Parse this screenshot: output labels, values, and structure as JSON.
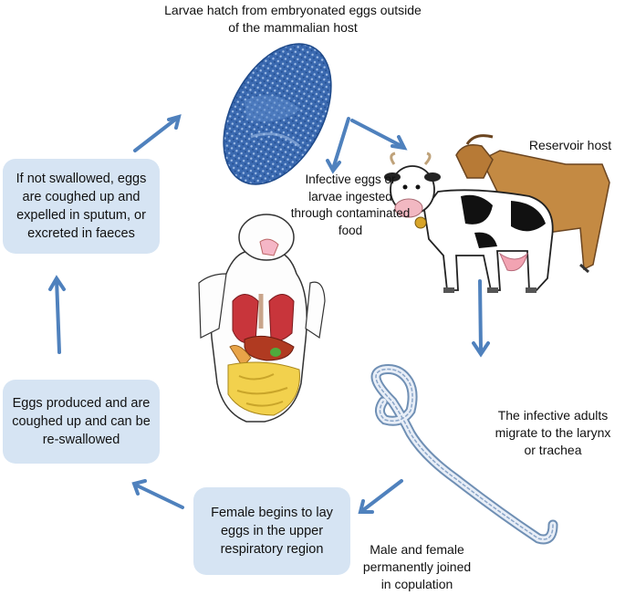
{
  "labels": {
    "top": "Larvae hatch from embryonated eggs outside of the mammalian host",
    "infective": "Infective eggs or larvae ingested through contaminated food",
    "reservoir": "Reservoir host",
    "adults": "The infective adults migrate to the larynx  or trachea",
    "male_female": "Male and female permanently joined in copulation"
  },
  "boxes": {
    "not_swallowed": "If not swallowed, eggs are coughed up and expelled in sputum, or excreted in faeces",
    "eggs_produced": "Eggs produced and are coughed up and can be re-swallowed",
    "female": "Female begins to lay eggs in the upper respiratory region"
  },
  "colors": {
    "arrow": "#4f81bd",
    "box": "#d6e4f3",
    "egg": "#2e5a9c"
  },
  "icons": [
    "egg-illustration",
    "cow-illustration",
    "goat-illustration",
    "human-anatomy-illustration",
    "worm-illustration"
  ]
}
